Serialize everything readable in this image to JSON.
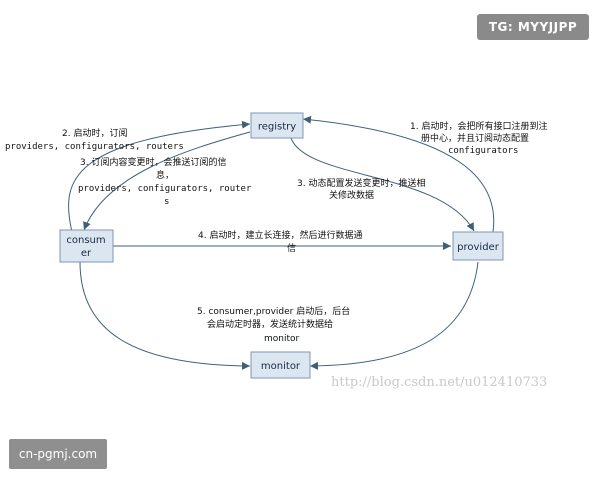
{
  "nodes": {
    "registry": "registry",
    "consumer_line1": "consum",
    "consumer_line2": "er",
    "provider": "provider",
    "monitor": "monitor"
  },
  "edges": {
    "e1": {
      "line1": "1. 启动时，会把所有接口注册到注",
      "line2": "册中心，并且订阅动态配置",
      "line3": "configurators"
    },
    "e2": {
      "line1": "2. 启动时，订阅",
      "line2": "providers, configurators, routers"
    },
    "e3a": {
      "line1": "3. 订阅内容变更时，会推送订阅的信",
      "line2": "息，",
      "line3": "providers, configurators, router",
      "line4": "s"
    },
    "e3b": {
      "line1": "3. 动态配置发送变更时，推送相",
      "line2": "关修改数据"
    },
    "e4": {
      "line1": "4. 启动时，建立长连接，然后进行数据通",
      "line2": "信"
    },
    "e5": {
      "line1": "5. consumer,provider 启动后，后台",
      "line2": "会启动定时器，发送统计数据给",
      "line3": "monitor"
    }
  },
  "watermarks": {
    "url": "http://blog.csdn.net/u012410733",
    "tg": "TG: MYYJJPP",
    "site": "cn-pgmj.com"
  },
  "colors": {
    "node_fill": "#dbe6f1",
    "node_stroke": "#7f97b2",
    "edge": "#3f5f78"
  }
}
